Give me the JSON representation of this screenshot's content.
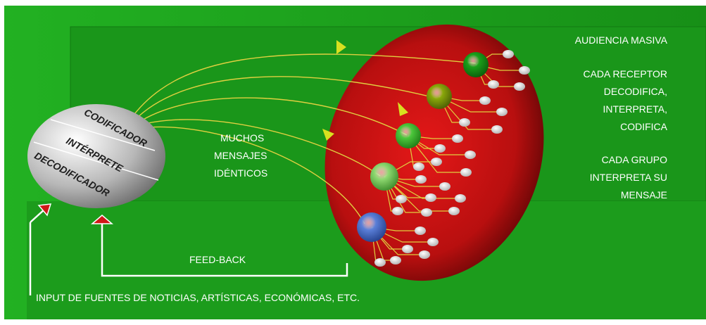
{
  "sender": {
    "roles": [
      "CODIFICADOR",
      "INTÉRPRETE",
      "DECODIFICADOR"
    ]
  },
  "middle_label": [
    "MUCHOS",
    "MENSAJES",
    "IDÉNTICOS"
  ],
  "audience_title": "AUDIENCIA MASIVA",
  "receptor_text": [
    "CADA RECEPTOR",
    "DECODIFICA,",
    "INTERPRETA,",
    "CODIFICA"
  ],
  "group_text": [
    "CADA GRUPO",
    "INTERPRETA SU",
    "MENSAJE"
  ],
  "feedback_label": "FEED-BACK",
  "input_label": "INPUT DE FUENTES DE NOTICIAS, ARTÍSTICAS, ECONÓMICAS, ETC.",
  "group_colors": [
    "#1aa01a",
    "#8aa80a",
    "#4cc83c",
    "#8ed870",
    "#5a7fd8"
  ],
  "colors": {
    "background": "#199a19",
    "audience_ellipse": "#c01010",
    "message_lines": "#e0d040",
    "member_nodes": "#f2f2f2",
    "feedback_arrow": "#d01818",
    "text": "#ffffff"
  }
}
